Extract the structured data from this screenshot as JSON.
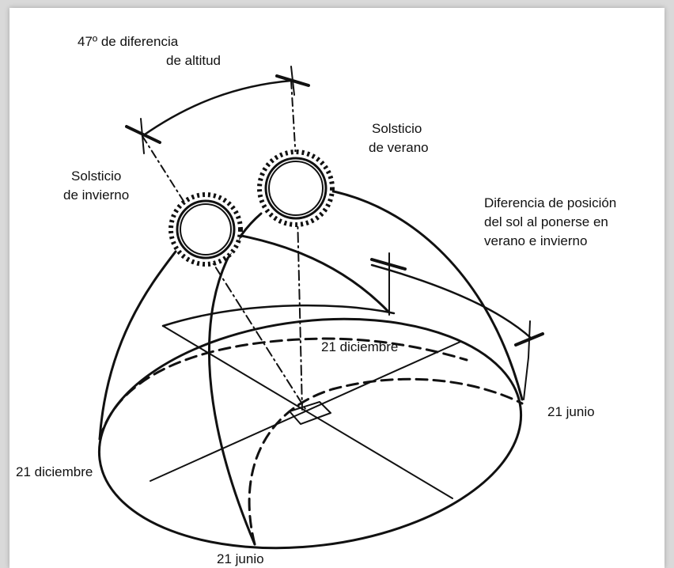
{
  "labels": {
    "altitude_difference_line1": "47º de diferencia",
    "altitude_difference_line2": "de altitud",
    "summer_solstice_line1": "Solsticio",
    "summer_solstice_line2": "de verano",
    "winter_solstice_line1": "Solsticio",
    "winter_solstice_line2": "de invierno",
    "sunset_difference_line1": "Diferencia de posición",
    "sunset_difference_line2": "del sol al ponerse en",
    "sunset_difference_line3": "verano e invierno",
    "dec21_top": "21 diciembre",
    "jun21_right": "21 junio",
    "dec21_left": "21 diciembre",
    "jun21_bottom": "21 junio"
  },
  "colors": {
    "ink": "#111111",
    "paper": "#ffffff",
    "border": "#d9d9d9"
  }
}
